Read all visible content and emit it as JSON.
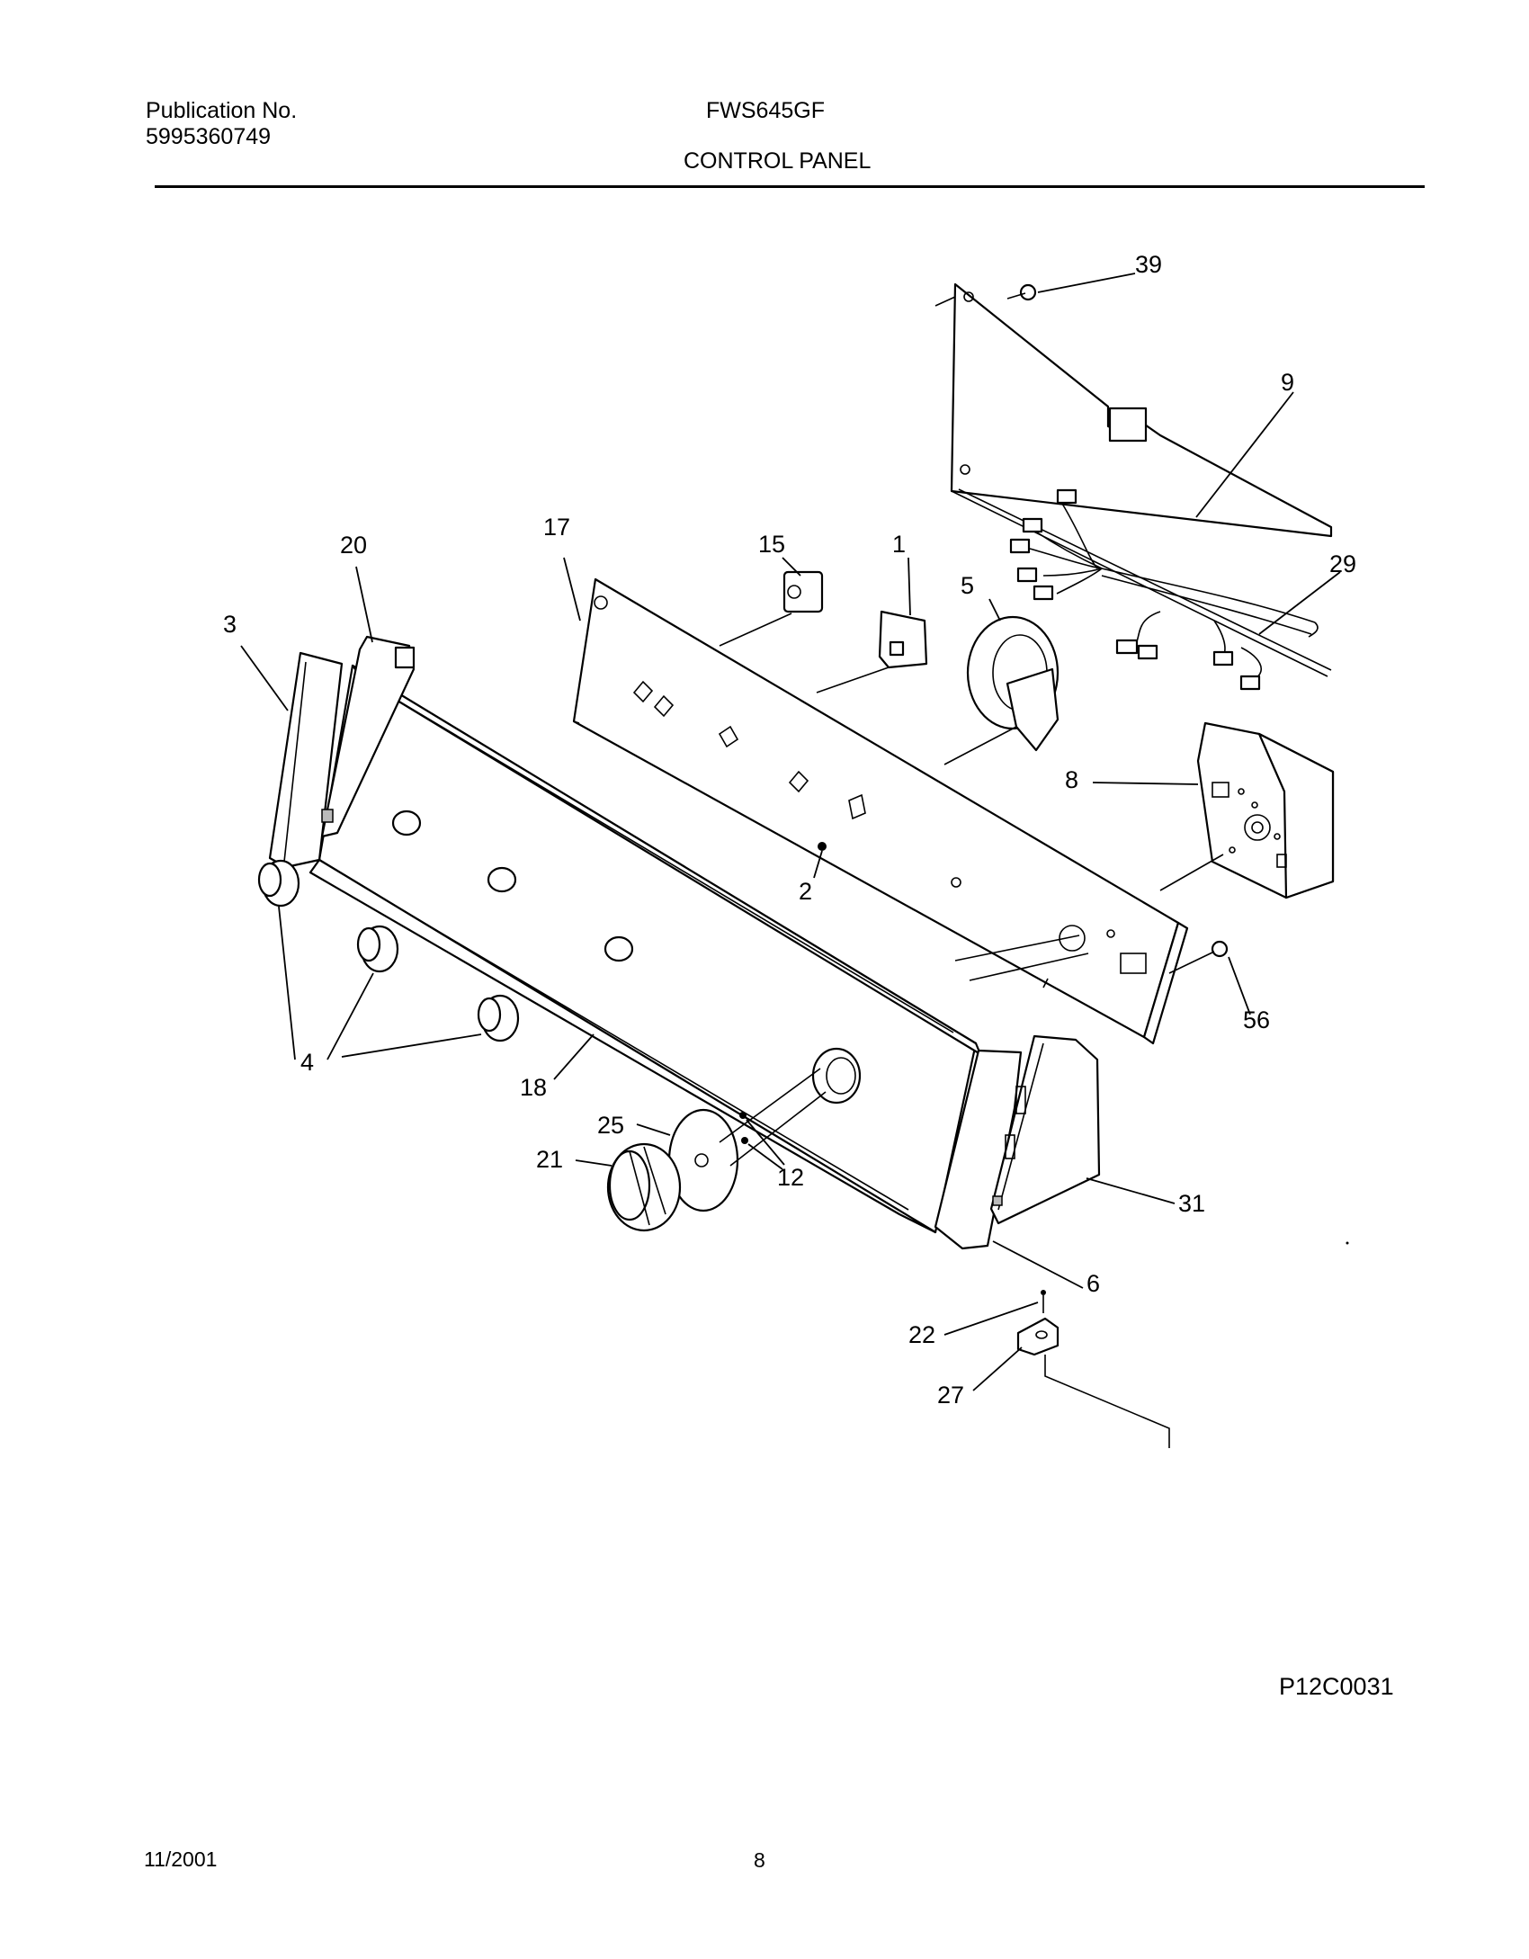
{
  "header": {
    "publication_label": "Publication No.",
    "publication_number": "5995360749",
    "model": "FWS645GF",
    "section_title": "CONTROL PANEL"
  },
  "callouts": {
    "c39": "39",
    "c9": "9",
    "c29": "29",
    "c15": "15",
    "c1": "1",
    "c5": "5",
    "c17": "17",
    "c20": "20",
    "c3": "3",
    "c8": "8",
    "c2": "2",
    "c56": "56",
    "c4": "4",
    "c18": "18",
    "c25": "25",
    "c21": "21",
    "c12": "12",
    "c31": "31",
    "c6": "6",
    "c22": "22",
    "c27": "27"
  },
  "footer": {
    "figure_id": "P12C0031",
    "date": "11/2001",
    "page_number": "8"
  }
}
